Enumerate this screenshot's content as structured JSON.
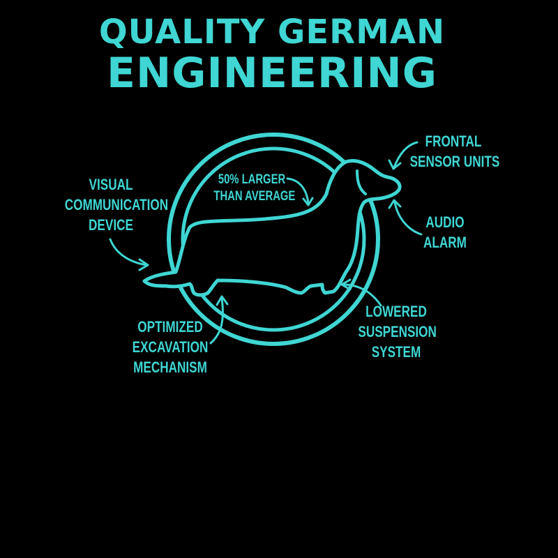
{
  "title": {
    "line1": "QUALITY GERMAN",
    "line2": "ENGINEERING"
  },
  "labels": {
    "frontal": [
      "FRONTAL",
      "SENSOR UNITS"
    ],
    "audio": [
      "AUDIO",
      "ALARM"
    ],
    "larger": [
      "50% LARGER",
      "THAN AVERAGE"
    ],
    "visual": [
      "VISUAL",
      "COMMUNICATION",
      "DEVICE"
    ],
    "optimized": [
      "OPTIMIZED",
      "EXCAVATION",
      "MECHANISM"
    ],
    "lowered": [
      "LOWERED",
      "SUSPENSION",
      "SYSTEM"
    ]
  },
  "colors": {
    "accent": "#3fd6d3",
    "background": "#000000"
  }
}
